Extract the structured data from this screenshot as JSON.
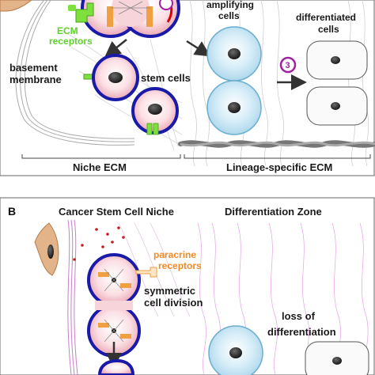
{
  "panel_a": {
    "labels": {
      "amplifying": "amplifying",
      "cells": "cells",
      "differentiated": "differentiated",
      "differentiated_cells": "cells",
      "ecm": "ECM",
      "receptors": "receptors",
      "basement": "basement",
      "membrane": "membrane",
      "stem_cells": "stem cells",
      "niche_ecm": "Niche ECM",
      "lineage_ecm": "Lineage-specific ECM",
      "step_number": "3"
    }
  },
  "panel_b": {
    "letter": "B",
    "labels": {
      "title_left": "Cancer Stem Cell Niche",
      "title_right": "Differentiation Zone",
      "paracrine": "paracrine",
      "receptors": "receptors",
      "symmetric": "symmetric",
      "cell_division": "cell division",
      "loss_of": "loss of",
      "differentiation": "differentiation"
    }
  },
  "colors": {
    "cell_blue_outline": "#1a1aa8",
    "cell_pink_fill": "#f3b9c4",
    "amplifying_fill": "#bfe0f0",
    "receptor_green": "#7ee03c",
    "paracrine_orange": "#f0a040",
    "number_purple": "#a020a0",
    "ecm_pink": "#e6a0e6"
  }
}
